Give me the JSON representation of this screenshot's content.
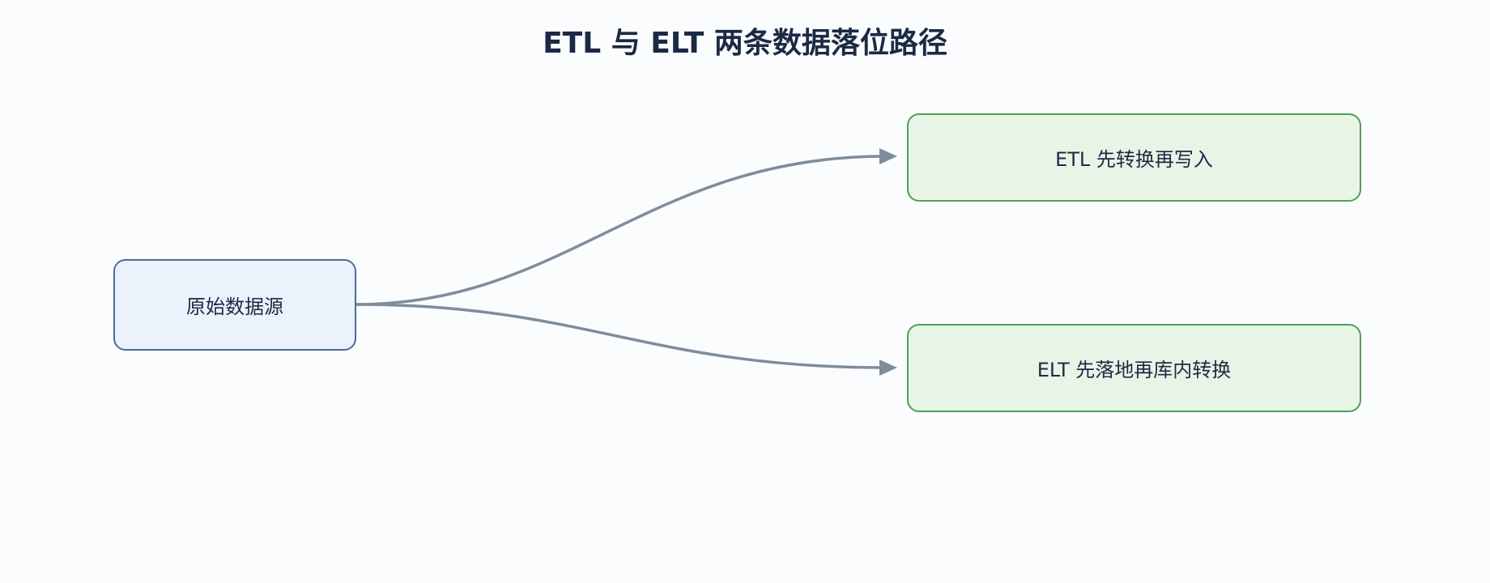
{
  "diagram": {
    "title": "ETL 与 ELT 两条数据落位路径",
    "nodes": {
      "source": "原始数据源",
      "etl": "ETL 先转换再写入",
      "elt": "ELT 先落地再库内转换"
    },
    "edges": [
      {
        "from": "source",
        "to": "etl"
      },
      {
        "from": "source",
        "to": "elt"
      }
    ],
    "colors": {
      "title": "#1b2a44",
      "background": "#fbfcfe",
      "source_fill": "#eaf2fc",
      "source_border": "#4a6c9b",
      "target_fill": "#e8f5e6",
      "target_border": "#4e9f55",
      "edge": "#7f8c9d"
    }
  }
}
